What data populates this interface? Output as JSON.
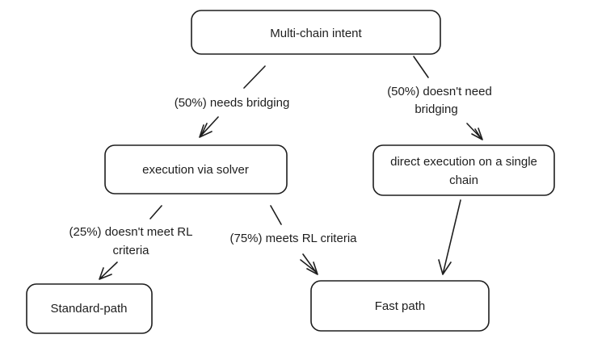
{
  "nodes": {
    "intent": "Multi-chain intent",
    "solver": "execution via solver",
    "direct_line1": "direct execution on a single",
    "direct_line2": "chain",
    "standard": "Standard-path",
    "fast": "Fast path"
  },
  "edges": {
    "needs_bridging": "(50%) needs bridging",
    "no_bridging_line1": "(50%) doesn't need",
    "no_bridging_line2": "bridging",
    "not_rl_line1": "(25%) doesn't meet  RL",
    "not_rl_line2": "criteria",
    "meets_rl": "(75%) meets RL criteria"
  },
  "colors": {
    "stroke": "#1e1e1e",
    "background": "#ffffff"
  }
}
